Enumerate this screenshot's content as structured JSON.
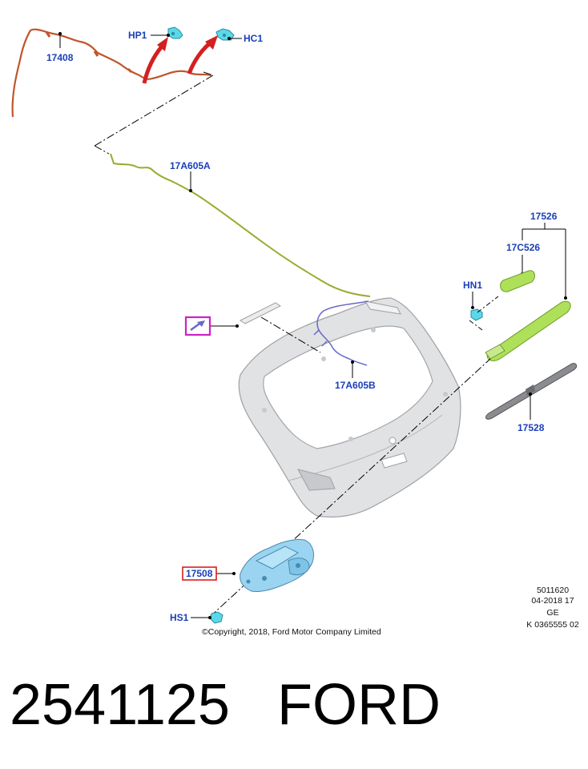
{
  "labels": {
    "hp1": "HP1",
    "hc1": "HC1",
    "hose_17408": "17408",
    "hose_17a605a": "17A605A",
    "hose_17a605b": "17A605B",
    "arm_17526": "17526",
    "cap_17c526": "17C526",
    "nut_hn1": "HN1",
    "blade_17528": "17528",
    "motor_17508": "17508",
    "screw_hs1": "HS1"
  },
  "footer": {
    "copyright": "©Copyright, 2018, Ford Motor Company Limited",
    "code_1": "5011620",
    "code_2": "04-2018 17",
    "code_3": "GE",
    "code_4": "K 0365555 02"
  },
  "part_caption": {
    "number": "2541125",
    "brand": "FORD"
  },
  "colors": {
    "label_blue": "#1a3fb8",
    "highlight_magenta": "#d020c8",
    "highlight_red": "#d42020",
    "hose_rust": "#c0562c",
    "hose_olive": "#9aaa30",
    "part_green": "#aee05a",
    "part_cyan": "#5ad8e8",
    "tailgate_gray": "#d9dadc"
  }
}
